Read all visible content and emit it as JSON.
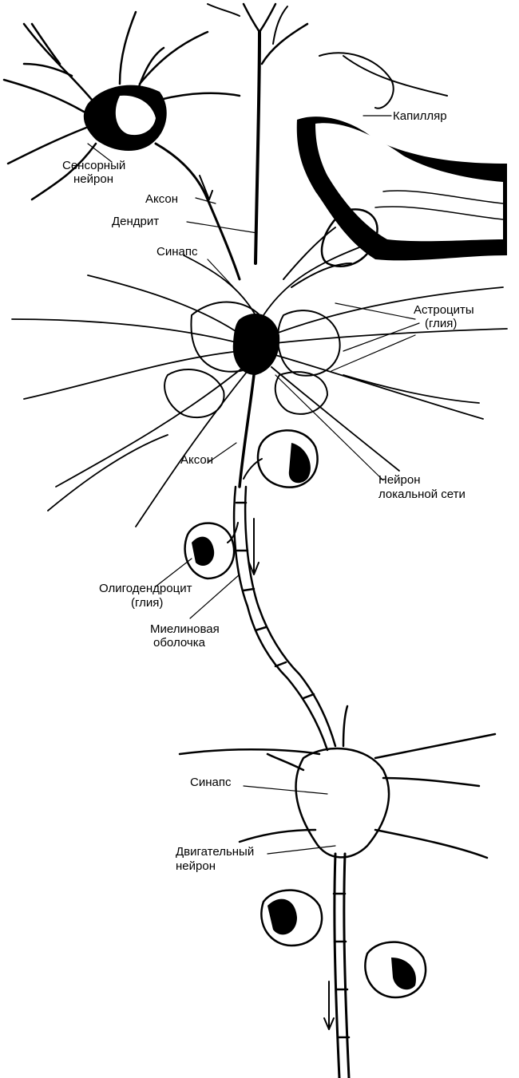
{
  "diagram": {
    "labels": {
      "sensory_neuron_1": "Сенсорный",
      "sensory_neuron_2": "нейрон",
      "axon_top": "Аксон",
      "dendrite": "Дендрит",
      "capillary": "Капилляр",
      "synapse_top": "Синапс",
      "astrocytes_1": "Астроциты",
      "astrocytes_2": "(глия)",
      "axon_middle": "Аксон",
      "local_neuron_1": "Нейрон",
      "local_neuron_2": "локальной сети",
      "oligodendrocyte_1": "Олигодендроцит",
      "oligodendrocyte_2": "(глия)",
      "myelin_1": "Миелиновая",
      "myelin_2": "оболочка",
      "synapse_bottom": "Синапс",
      "motor_neuron_1": "Двигательный",
      "motor_neuron_2": "нейрон"
    }
  }
}
